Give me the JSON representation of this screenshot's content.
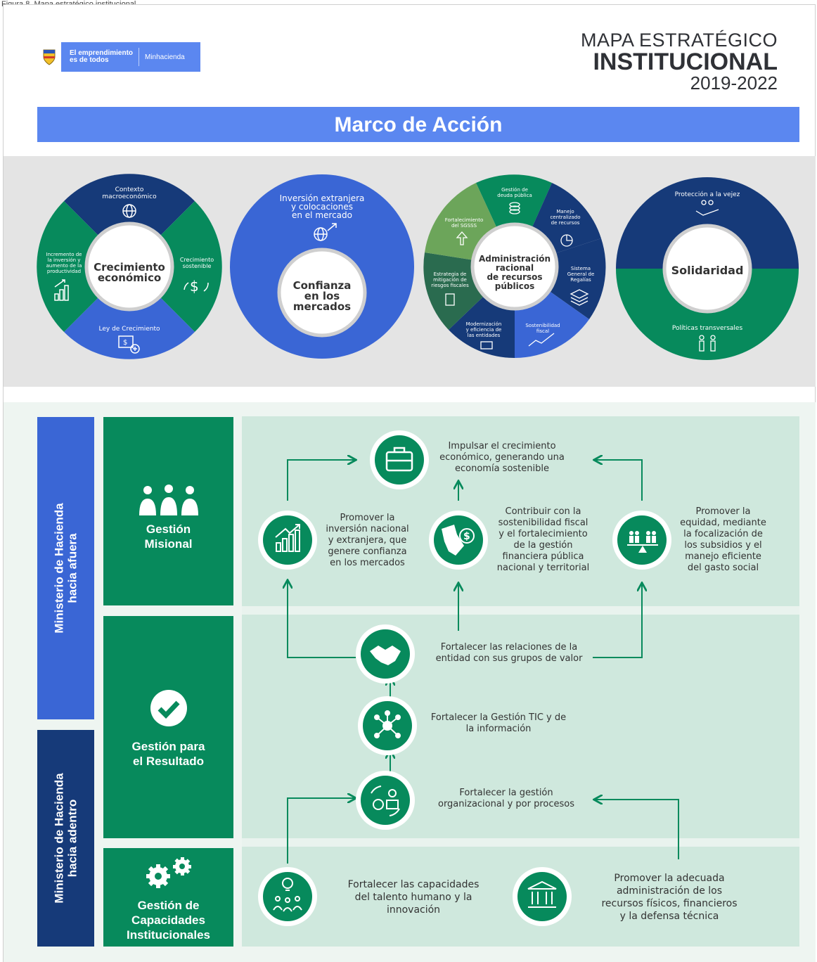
{
  "caption": "Figura 8. Mapa estratégico institucional",
  "logo": {
    "tagline_1": "El emprendimiento",
    "tagline_2": "es de todos",
    "brand": "Minhacienda"
  },
  "title": {
    "line1": "MAPA ESTRATÉGICO",
    "line2": "INSTITUCIONAL",
    "line3": "2019-2022"
  },
  "banner": "Marco de Acción",
  "colors": {
    "blue": "#5b87f0",
    "dark_navy": "#163a79",
    "royal": "#3a66d5",
    "green": "#078a5c",
    "dark_green": "#2a6b4f",
    "light_green": "#6ca55a"
  },
  "circle1": {
    "center": [
      "Crecimiento",
      "económico"
    ],
    "segments": {
      "top": [
        "Contexto",
        "macroeconómico"
      ],
      "right": [
        "Crecimiento",
        "sostenible"
      ],
      "bottom": [
        "Ley de Crecimiento"
      ],
      "left": [
        "Incremento de",
        "la inversión y",
        "aumento de la",
        "productividad"
      ]
    },
    "icons": [
      "globe-icon",
      "dollar-cycle-icon",
      "money-add-icon",
      "growth-chart-icon"
    ]
  },
  "circle2": {
    "center": [
      "Confianza",
      "en los",
      "mercados"
    ],
    "top": [
      "Inversión extranjera",
      "y colocaciones",
      "en el mercado"
    ]
  },
  "circle3": {
    "center": [
      "Administración",
      "racional",
      "de recursos",
      "públicos"
    ],
    "segments": [
      [
        "Gestión de",
        "deuda pública"
      ],
      [
        "Manejo",
        "centralizado",
        "de recursos"
      ],
      [
        "Sistema",
        "General de",
        "Regalías"
      ],
      [
        "Sostenibilidad",
        "fiscal"
      ],
      [
        "Modernización",
        "y eficiencia de",
        "las entidades"
      ],
      [
        "Estrategia de",
        "mitigación de",
        "riesgos fiscales"
      ],
      [
        "Fortalecimiento",
        "del SGSSS"
      ]
    ]
  },
  "circle4": {
    "center": "Solidaridad",
    "top": "Protección a la vejez",
    "bottom": "Políticas transversales"
  },
  "side_labels": {
    "outward": [
      "Ministerio de Hacienda",
      "hacia afuera"
    ],
    "inward": [
      "Ministerio de Hacienda",
      "hacia adentro"
    ]
  },
  "groups": {
    "misional": [
      "Gestión",
      "Misional"
    ],
    "resultado": [
      "Gestión para",
      "el Resultado"
    ],
    "capacidades": [
      "Gestión de",
      "Capacidades",
      "Institucionales"
    ]
  },
  "objectives": {
    "impulsar": [
      "Impulsar el crecimiento",
      "económico, generando una",
      "economía sostenible"
    ],
    "inversion": [
      "Promover la",
      "inversión nacional",
      "y extranjera, que",
      "genere confianza",
      "en los mercados"
    ],
    "sostenibilidad": [
      "Contribuir con la",
      "sostenibilidad fiscal",
      "y el fortalecimiento",
      "de la gestión",
      "financiera pública",
      "nacional y territorial"
    ],
    "equidad": [
      "Promover la",
      "equidad, mediante",
      "la focalización de",
      "los subsidios y el",
      "manejo eficiente",
      "del gasto social"
    ],
    "relaciones": [
      "Fortalecer las relaciones de la",
      "entidad con sus grupos de valor"
    ],
    "tic": [
      "Fortalecer la Gestión TIC y de",
      "la información"
    ],
    "organizacional": [
      "Fortalecer la gestión",
      "organizacional y por procesos"
    ],
    "talento": [
      "Fortalecer las capacidades",
      "del talento humano y la",
      "innovación"
    ],
    "recursos": [
      "Promover la adecuada",
      "administración de los",
      "recursos físicos, financieros",
      "y la defensa técnica"
    ]
  }
}
